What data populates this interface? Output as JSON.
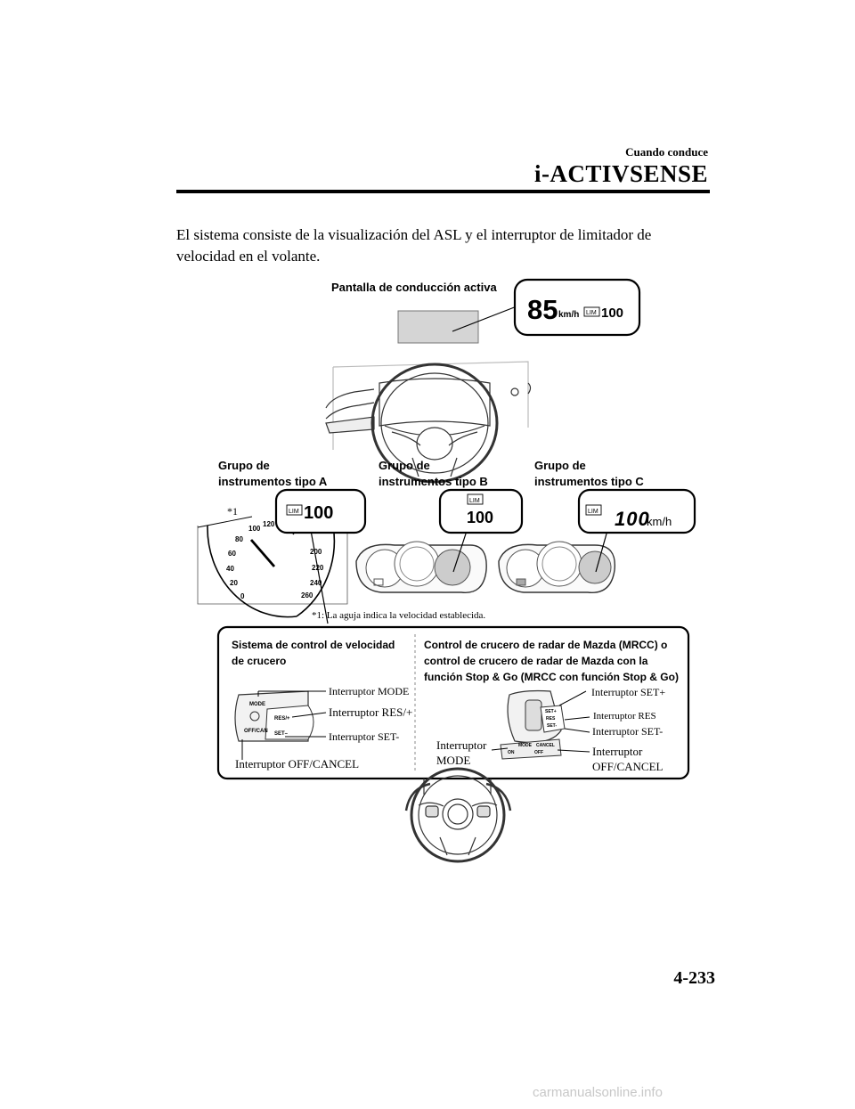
{
  "header": {
    "section": "Cuando conduce",
    "chapter": "i-ACTIVSENSE"
  },
  "intro": "El sistema consiste de la visualización del ASL y el interruptor de limitador de velocidad en el volante.",
  "diagram": {
    "active_display_label": "Pantalla de conducción activa",
    "active_display_speed": "85",
    "active_display_unit": "km/h",
    "lim_badge": "LIM",
    "set_speed": "100",
    "clusters": [
      {
        "label_line1": "Grupo de",
        "label_line2": "instrumentos tipo A",
        "readout": "100"
      },
      {
        "label_line1": "Grupo de",
        "label_line2": "instrumentos tipo B",
        "readout": "100"
      },
      {
        "label_line1": "Grupo de",
        "label_line2": "instrumentos tipo C",
        "readout": "100",
        "unit": "km/h"
      }
    ],
    "speedometer_ticks": [
      "0",
      "20",
      "40",
      "60",
      "80",
      "100",
      "120",
      "200",
      "220",
      "240",
      "260"
    ],
    "footnote_marker": "*1",
    "footnote": "*1: La aguja indica la velocidad establecida.",
    "cruise_panel": {
      "title_line1": "Sistema de control de velocidad",
      "title_line2": "de crucero",
      "callouts": {
        "mode": "Interruptor MODE",
        "res": "Interruptor RES/+",
        "set": "Interruptor SET-",
        "offcancel": "Interruptor OFF/CANCEL"
      },
      "button_labels": {
        "mode": "MODE",
        "res": "RES/+",
        "set": "SET–",
        "offcan": "OFF/CAN"
      }
    },
    "mrcc_panel": {
      "title_line1": "Control de crucero de radar de Mazda (MRCC) o",
      "title_line2": "control de crucero de radar de Mazda con la",
      "title_line3": "función Stop & Go (MRCC con función Stop & Go)",
      "callouts": {
        "setplus": "Interruptor SET+",
        "res": "Interruptor RES",
        "setminus": "Interruptor SET-",
        "mode_line1": "Interruptor",
        "mode_line2": "MODE",
        "offcancel_line1": "Interruptor",
        "offcancel_line2": "OFF/CANCEL"
      },
      "button_labels": {
        "setplus": "SET+",
        "res": "RES",
        "setminus": "SET-",
        "mode": "MODE",
        "cancel": "CANCEL",
        "off": "OFF",
        "on": "ON"
      }
    }
  },
  "page_number": "4-233",
  "watermark": "carmanualsonline.info"
}
